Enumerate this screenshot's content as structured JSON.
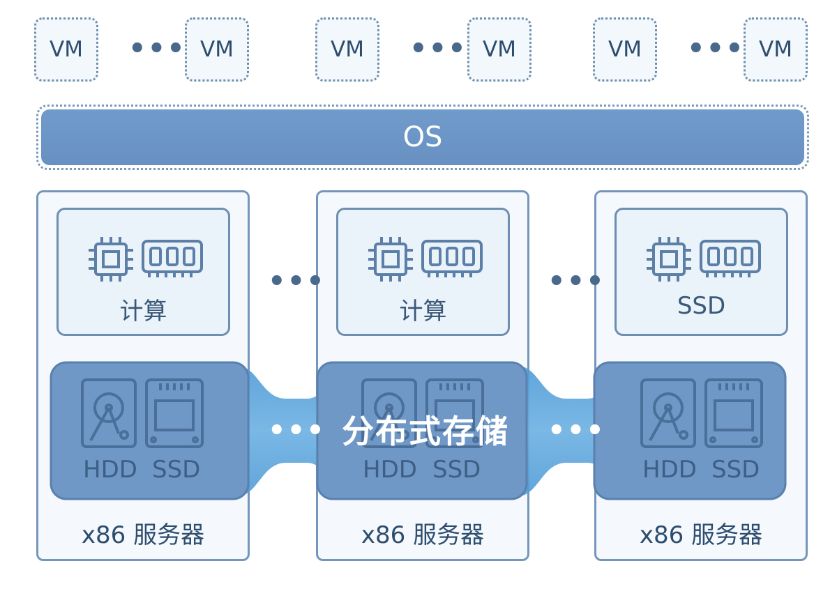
{
  "vm_groups": [
    {
      "vms": [
        "VM",
        "VM"
      ],
      "separator": "•••"
    },
    {
      "vms": [
        "VM",
        "VM"
      ],
      "separator": "•••"
    },
    {
      "vms": [
        "VM",
        "VM"
      ],
      "separator": "•••"
    }
  ],
  "os": {
    "label": "OS"
  },
  "servers": [
    {
      "resource_label": "计算",
      "hdd_label": "HDD",
      "ssd_label": "SSD",
      "server_label": "x86 服务器"
    },
    {
      "resource_label": "计算",
      "hdd_label": "HDD",
      "ssd_label": "SSD",
      "server_label": "x86 服务器"
    },
    {
      "resource_label": "SSD",
      "hdd_label": "HDD",
      "ssd_label": "SSD",
      "server_label": "x86 服务器"
    }
  ],
  "between_dots": "•••",
  "storage": {
    "label": "分布式存储"
  },
  "colors": {
    "os_fill": "#6891c2",
    "storage_fill": "#6d97c6",
    "storage_bridge": "#5fa4d8",
    "border": "#7596ba",
    "text": "#2d4d6e"
  },
  "icons": [
    "cpu-chip-icon",
    "memory-module-icon",
    "hard-disk-icon",
    "ssd-drive-icon"
  ]
}
